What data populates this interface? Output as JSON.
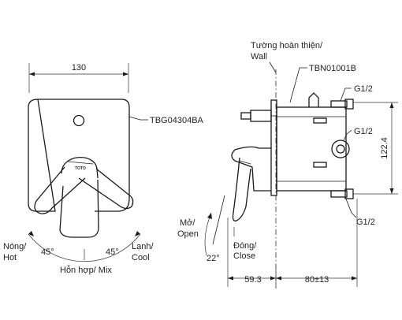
{
  "front_view": {
    "width_dim": "130",
    "plate_code": "TBG04304BA",
    "brand": "TOTO",
    "hot_label": "Nóng/",
    "hot_label_en": "Hot",
    "cool_label": "Lạnh/",
    "cool_label_en": "Cool",
    "angle_left": "45°",
    "angle_right": "45°",
    "mix_label": "Hỗn hợp/ Mix"
  },
  "side_view": {
    "wall_label": "Tường hoàn thiện/",
    "wall_label_en": "Wall",
    "body_code": "TBN01001B",
    "port_top": "G1/2",
    "port_mid": "G1/2",
    "port_bottom": "G1/2",
    "height_dim": "122.4",
    "open_label": "Mở/",
    "open_label_en": "Open",
    "close_label": "Đóng/",
    "close_label_en": "Close",
    "tilt_angle": "22°",
    "depth_front": "59.3",
    "depth_back": "80±13"
  }
}
